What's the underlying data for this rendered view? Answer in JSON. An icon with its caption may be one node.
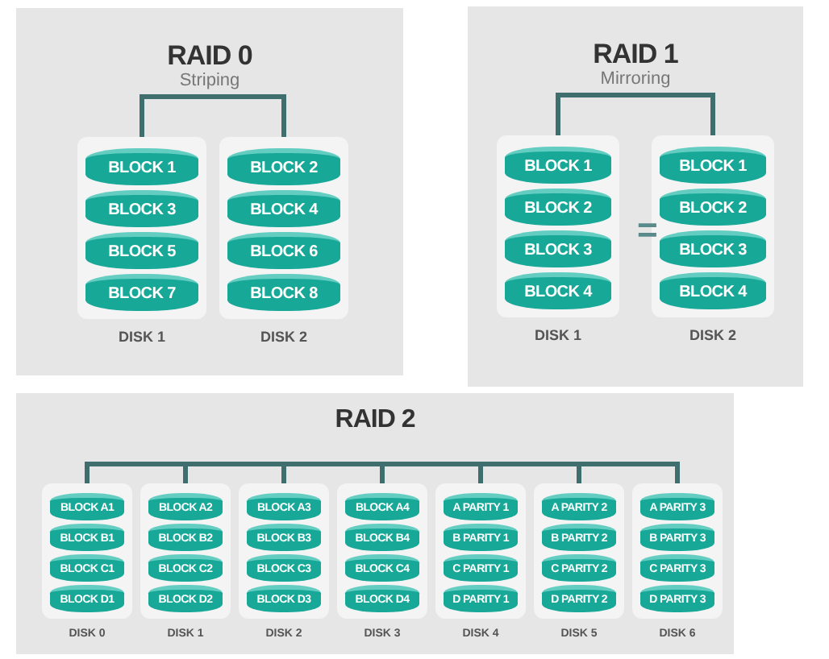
{
  "diagram": {
    "nodes": [
      {
        "text": [
          "RAID 0",
          "Striping"
        ]
      },
      {
        "text": [
          "DISK 1"
        ],
        "in": 0
      },
      {
        "text": [
          "BLOCK 1"
        ],
        "in": 1
      },
      {
        "text": [
          "BLOCK 3"
        ],
        "in": 1
      },
      {
        "text": [
          "BLOCK 5"
        ],
        "in": 1
      },
      {
        "text": [
          "BLOCK 7"
        ],
        "in": 1
      },
      {
        "text": [
          "DISK 2"
        ],
        "in": 0
      },
      {
        "text": [
          "BLOCK 2"
        ],
        "in": 6
      },
      {
        "text": [
          "BLOCK 4"
        ],
        "in": 6
      },
      {
        "text": [
          "BLOCK 6"
        ],
        "in": 6
      },
      {
        "text": [
          "BLOCK 8"
        ],
        "in": 6
      },
      {
        "text": [
          "RAID 1",
          "Mirroring"
        ]
      },
      {
        "text": [
          "DISK 1"
        ],
        "in": 11
      },
      {
        "text": [
          "BLOCK 1"
        ],
        "in": 12
      },
      {
        "text": [
          "BLOCK 2"
        ],
        "in": 12
      },
      {
        "text": [
          "BLOCK 3"
        ],
        "in": 12
      },
      {
        "text": [
          "BLOCK 4"
        ],
        "in": 12
      },
      {
        "text": [
          "DISK 2"
        ],
        "in": 11
      },
      {
        "text": [
          "BLOCK 1"
        ],
        "in": 17
      },
      {
        "text": [
          "BLOCK 2"
        ],
        "in": 17
      },
      {
        "text": [
          "BLOCK 3"
        ],
        "in": 17
      },
      {
        "text": [
          "BLOCK 4"
        ],
        "in": 17
      },
      {
        "text": [
          "RAID 2"
        ]
      },
      {
        "text": [
          "DISK 0"
        ],
        "in": 22
      },
      {
        "text": [
          "BLOCK A1"
        ],
        "in": 23
      },
      {
        "text": [
          "BLOCK B1"
        ],
        "in": 23
      },
      {
        "text": [
          "BLOCK C1"
        ],
        "in": 23
      },
      {
        "text": [
          "BLOCK D1"
        ],
        "in": 23
      },
      {
        "text": [
          "DISK 1"
        ],
        "in": 22
      },
      {
        "text": [
          "BLOCK A2"
        ],
        "in": 28
      },
      {
        "text": [
          "BLOCK B2"
        ],
        "in": 28
      },
      {
        "text": [
          "BLOCK C2"
        ],
        "in": 28
      },
      {
        "text": [
          "BLOCK D2"
        ],
        "in": 28
      },
      {
        "text": [
          "DISK 2"
        ],
        "in": 22
      },
      {
        "text": [
          "BLOCK A3"
        ],
        "in": 33
      },
      {
        "text": [
          "BLOCK B3"
        ],
        "in": 33
      },
      {
        "text": [
          "BLOCK C3"
        ],
        "in": 33
      },
      {
        "text": [
          "BLOCK D3"
        ],
        "in": 33
      },
      {
        "text": [
          "DISK 3"
        ],
        "in": 22
      },
      {
        "text": [
          "BLOCK A4"
        ],
        "in": 38
      },
      {
        "text": [
          "BLOCK B4"
        ],
        "in": 38
      },
      {
        "text": [
          "BLOCK C4"
        ],
        "in": 38
      },
      {
        "text": [
          "BLOCK D4"
        ],
        "in": 38
      },
      {
        "text": [
          "DISK 4"
        ],
        "in": 22
      },
      {
        "text": [
          "A PARITY 1"
        ],
        "in": 43
      },
      {
        "text": [
          "B PARITY 1"
        ],
        "in": 43
      },
      {
        "text": [
          "C PARITY 1"
        ],
        "in": 43
      },
      {
        "text": [
          "D PARITY 1"
        ],
        "in": 43
      },
      {
        "text": [
          "DISK 5"
        ],
        "in": 22
      },
      {
        "text": [
          "A PARITY 2"
        ],
        "in": 48
      },
      {
        "text": [
          "B PARITY 2"
        ],
        "in": 48
      },
      {
        "text": [
          "C PARITY 2"
        ],
        "in": 48
      },
      {
        "text": [
          "D PARITY 2"
        ],
        "in": 48
      },
      {
        "text": [
          "DISK 6"
        ],
        "in": 22
      },
      {
        "text": [
          "A PARITY 3"
        ],
        "in": 53
      },
      {
        "text": [
          "B PARITY 3"
        ],
        "in": 53
      },
      {
        "text": [
          "C PARITY 3"
        ],
        "in": 53
      },
      {
        "text": [
          "D PARITY 3"
        ],
        "in": 53
      }
    ],
    "edges": [
      {
        "from": 1,
        "to": 6,
        "arrow": "none"
      },
      {
        "from": 12,
        "to": 17,
        "arrow": "none"
      },
      {
        "from": 23,
        "to": 28,
        "arrow": "none"
      },
      {
        "from": 28,
        "to": 33,
        "arrow": "none"
      },
      {
        "from": 33,
        "to": 38,
        "arrow": "none"
      },
      {
        "from": 38,
        "to": 43,
        "arrow": "none"
      },
      {
        "from": 43,
        "to": 48,
        "arrow": "none"
      },
      {
        "from": 48,
        "to": 53,
        "arrow": "none"
      }
    ],
    "labels": [
      "="
    ]
  }
}
